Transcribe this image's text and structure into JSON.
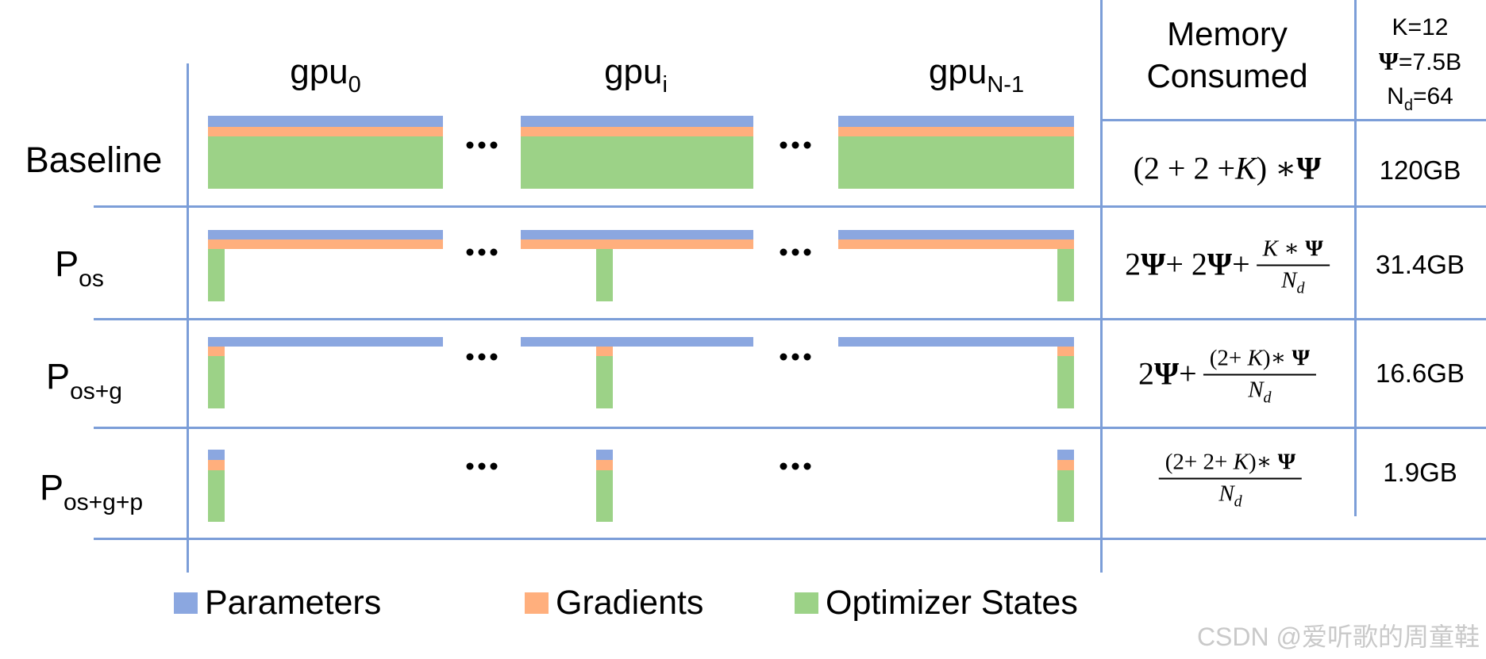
{
  "colors": {
    "parameters": "#8BA7E0",
    "gradients": "#FFAF7D",
    "optimizer_states": "#9CD287",
    "grid_line": "#7C9ED8",
    "watermark": "#c9c9c9"
  },
  "columns": [
    {
      "id": "gpu0",
      "base": "gpu",
      "sub": "0"
    },
    {
      "id": "gpui",
      "base": "gpu",
      "sub": "i"
    },
    {
      "id": "gpuN1",
      "base": "gpu",
      "sub": "N-1"
    }
  ],
  "rows": [
    {
      "id": "baseline",
      "label": {
        "base": "Baseline",
        "sub": ""
      },
      "pattern": {
        "parameters": "full",
        "gradients": "full",
        "optimizer_states": "full"
      },
      "memory_value": "120GB"
    },
    {
      "id": "p_os",
      "label": {
        "base": "P",
        "sub": "os"
      },
      "pattern": {
        "parameters": "full",
        "gradients": "full",
        "optimizer_states": "partition"
      },
      "memory_value": "31.4GB"
    },
    {
      "id": "p_os_g",
      "label": {
        "base": "P",
        "sub": "os+g"
      },
      "pattern": {
        "parameters": "full",
        "gradients": "partition",
        "optimizer_states": "partition"
      },
      "memory_value": "16.6GB"
    },
    {
      "id": "p_os_g_p",
      "label": {
        "base": "P",
        "sub": "os+g+p"
      },
      "pattern": {
        "parameters": "partition",
        "gradients": "partition",
        "optimizer_states": "partition"
      },
      "memory_value": "1.9GB"
    }
  ],
  "memory_header": {
    "line1": "Memory",
    "line2": "Consumed"
  },
  "constants": {
    "k_text": "K=12",
    "psi_symbol": "Ψ",
    "psi_rest": "=7.5B",
    "nd_base": "N",
    "nd_sub": "d",
    "nd_rest": "=64"
  },
  "formulas": [
    {
      "parts": [
        {
          "t": "(2 + 2 + ",
          "s": "n"
        },
        {
          "t": "K",
          "s": "i"
        },
        {
          "t": ") ∗ ",
          "s": "n"
        },
        {
          "t": "Ψ",
          "s": "b"
        }
      ]
    },
    {
      "parts": [
        {
          "t": "2",
          "s": "n"
        },
        {
          "t": "Ψ",
          "s": "b"
        },
        {
          "t": " + 2",
          "s": "n"
        },
        {
          "t": "Ψ",
          "s": "b"
        },
        {
          "t": " + ",
          "s": "n"
        },
        {
          "s": "frac",
          "num": [
            {
              "t": "K",
              "s": "i"
            },
            {
              "t": " ∗ ",
              "s": "n"
            },
            {
              "t": "Ψ",
              "s": "b"
            }
          ],
          "den": [
            {
              "t": "N",
              "s": "i"
            },
            {
              "t": "d",
              "s": "sub"
            }
          ]
        }
      ]
    },
    {
      "parts": [
        {
          "t": "2",
          "s": "n"
        },
        {
          "t": "Ψ",
          "s": "b"
        },
        {
          "t": " + ",
          "s": "n"
        },
        {
          "s": "frac",
          "num": [
            {
              "t": "(2+ ",
              "s": "n"
            },
            {
              "t": "K",
              "s": "i"
            },
            {
              "t": ")∗ ",
              "s": "n"
            },
            {
              "t": "Ψ",
              "s": "b"
            }
          ],
          "den": [
            {
              "t": "N",
              "s": "i"
            },
            {
              "t": "d",
              "s": "sub"
            }
          ]
        }
      ]
    },
    {
      "parts": [
        {
          "s": "frac",
          "num": [
            {
              "t": "(2+ 2+ ",
              "s": "n"
            },
            {
              "t": "K",
              "s": "i"
            },
            {
              "t": ")∗ ",
              "s": "n"
            },
            {
              "t": "Ψ",
              "s": "b"
            }
          ],
          "den": [
            {
              "t": "N",
              "s": "i"
            },
            {
              "t": "d",
              "s": "sub"
            }
          ]
        }
      ]
    }
  ],
  "ellipsis": "...",
  "legend": [
    {
      "key": "parameters",
      "label": "Parameters"
    },
    {
      "key": "gradients",
      "label": "Gradients"
    },
    {
      "key": "optimizer_states",
      "label": "Optimizer States"
    }
  ],
  "watermark": "CSDN @爱听歌的周童鞋",
  "chart_data": {
    "type": "table",
    "title": "Memory consumed per GPU under ZeRO optimization stages",
    "row_labels": [
      "Baseline",
      "P_os",
      "P_os+g",
      "P_os+g+p"
    ],
    "column_labels": [
      "gpu_0",
      "gpu_i",
      "gpu_N-1"
    ],
    "memory_formulas": [
      "(2+2+K)*Ψ",
      "2Ψ+2Ψ+(K*Ψ)/N_d",
      "2Ψ+((2+K)*Ψ)/N_d",
      "((2+2+K)*Ψ)/N_d"
    ],
    "memory_consumed": [
      "120GB",
      "31.4GB",
      "16.6GB",
      "1.9GB"
    ],
    "constants": {
      "K": "12",
      "Ψ": "7.5B",
      "N_d": "64"
    },
    "legend_entries": [
      "Parameters",
      "Gradients",
      "Optimizer States"
    ],
    "partitioned_components_per_row": [
      [],
      [
        "optimizer_states"
      ],
      [
        "optimizer_states",
        "gradients"
      ],
      [
        "optimizer_states",
        "gradients",
        "parameters"
      ]
    ]
  }
}
